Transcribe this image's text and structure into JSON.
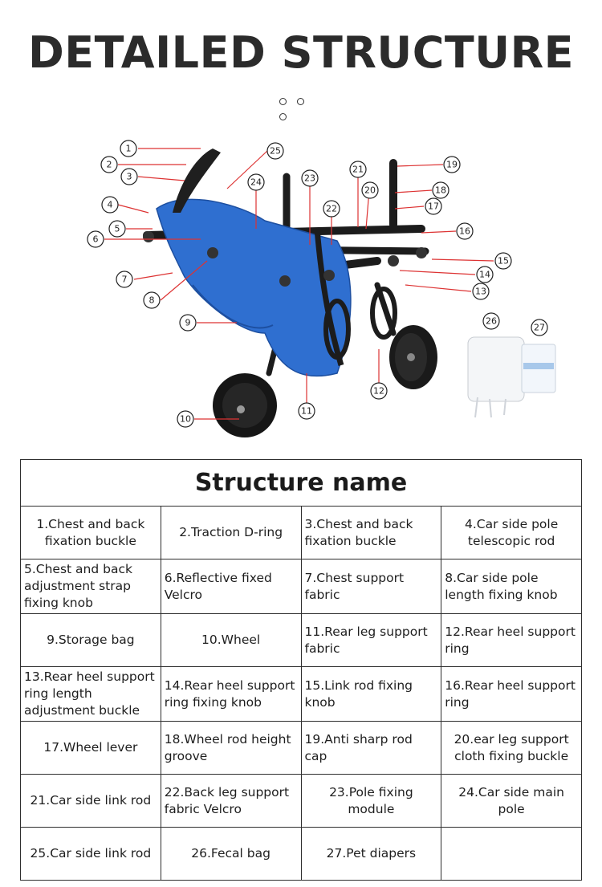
{
  "headline": "DETAILED STRUCTURE",
  "table_title": "Structure name",
  "callouts": [
    "1",
    "2",
    "3",
    "4",
    "5",
    "6",
    "7",
    "8",
    "9",
    "10",
    "11",
    "12",
    "13",
    "14",
    "15",
    "16",
    "17",
    "18",
    "19",
    "20",
    "21",
    "22",
    "23",
    "24",
    "25",
    "26",
    "27"
  ],
  "rows": [
    [
      "1.Chest and back fixation buckle",
      "2.Traction D-ring",
      "3.Chest and back fixation buckle",
      "4.Car side pole telescopic rod"
    ],
    [
      "5.Chest and back adjustment strap fixing knob",
      "6.Reflective fixed Velcro",
      "7.Chest support fabric",
      "8.Car side pole length fixing knob"
    ],
    [
      "9.Storage bag",
      "10.Wheel",
      "11.Rear leg support fabric",
      "12.Rear heel support ring"
    ],
    [
      "13.Rear heel support ring length adjustment buckle",
      "14.Rear heel support ring fixing knob",
      "15.Link rod fixing knob",
      "16.Rear heel support ring"
    ],
    [
      "17.Wheel lever",
      "18.Wheel rod height groove",
      "19.Anti sharp rod cap",
      "20.ear leg support cloth fixing buckle"
    ],
    [
      "21.Car side link rod",
      "22.Back leg support fabric Velcro",
      "23.Pole fixing module",
      "24.Car side main pole"
    ],
    [
      "25.Car side link rod",
      "26.Fecal bag",
      "27.Pet diapers",
      ""
    ]
  ],
  "colors": {
    "fabric": "#2f6fd0",
    "frame": "#1c1c1c",
    "leader": "#d33333",
    "text": "#222222"
  }
}
